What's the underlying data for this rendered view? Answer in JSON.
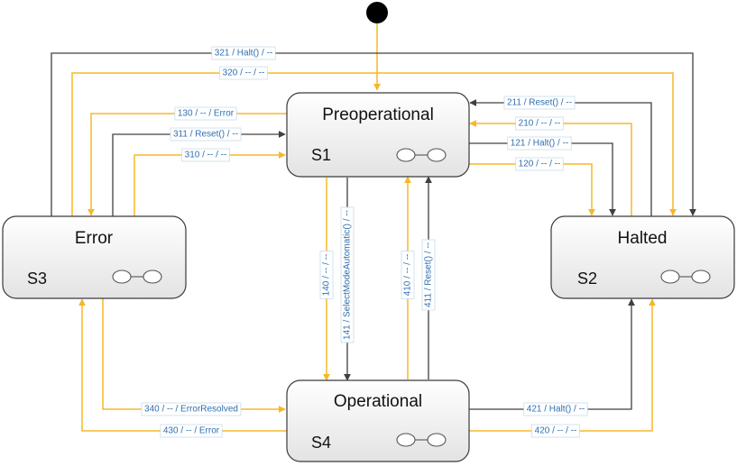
{
  "colors": {
    "gold": "#f5b82a",
    "dark": "#404040",
    "label": "#2e6fb0"
  },
  "states": {
    "preop": {
      "name": "Preoperational",
      "id": "S1",
      "icon": "composite-state-icon"
    },
    "halted": {
      "name": "Halted",
      "id": "S2",
      "icon": "composite-state-icon"
    },
    "error": {
      "name": "Error",
      "id": "S3",
      "icon": "composite-state-icon"
    },
    "operational": {
      "name": "Operational",
      "id": "S4",
      "icon": "composite-state-icon"
    }
  },
  "transitions": {
    "t321": "321 / Halt() / --",
    "t320": "320 / -- / --",
    "t130": "130 / -- / Error",
    "t311": "311 / Reset() / --",
    "t310": "310 / -- / --",
    "t211": "211 / Reset() / --",
    "t210": "210 / -- / --",
    "t121": "121 / Halt() / --",
    "t120": "120 / -- / --",
    "t140": "140 / -- / --",
    "t141": "141 / SelectModeAutomatic() / --",
    "t410": "410 / -- / --",
    "t411": "411 / Reset() / --",
    "t340": "340 / -- / ErrorResolved",
    "t430": "430 / -- / Error",
    "t421": "421 / Halt() / --",
    "t420": "420 / -- / --"
  }
}
